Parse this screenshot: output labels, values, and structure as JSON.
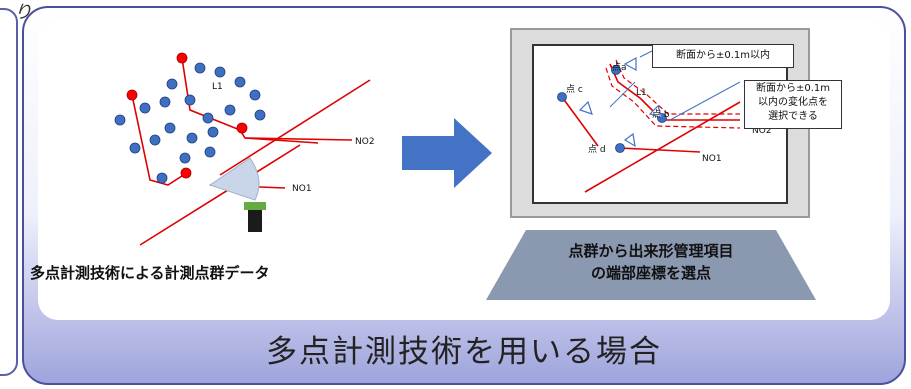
{
  "corner_char": "り",
  "main_title": "多点計測技術を用いる場合",
  "left_caption": "多点計測技術による計測点群データ",
  "left_labels": {
    "l1": "L1",
    "no2": "NO2",
    "no1": "NO1"
  },
  "screen_labels": {
    "point_a": "点a",
    "point_b": "点 b",
    "point_c": "点 c",
    "point_d": "点 d",
    "l1": "L1",
    "no2": "NO2",
    "no1": "NO1"
  },
  "callout_top": "断面から±0.1m以内",
  "callout_right": [
    "断面から±0.1m",
    "以内の変化点を",
    "選択できる"
  ],
  "banner": [
    "点群から出来形管理項目",
    "の端部座標を選点"
  ],
  "colors": {
    "panel_border": "#4b4f9e",
    "accent_blue": "#4472c4",
    "red": "#e00000"
  }
}
